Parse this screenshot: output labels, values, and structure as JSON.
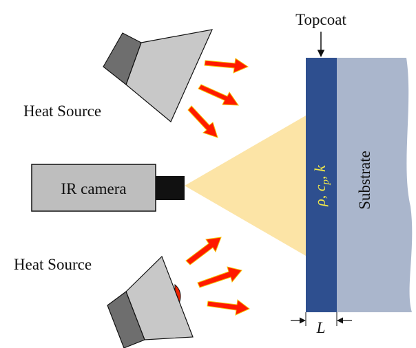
{
  "labels": {
    "topcoat": "Topcoat",
    "substrate": "Substrate",
    "heat_source_top": "Heat Source",
    "heat_source_bottom": "Heat Source",
    "ir_camera": "IR camera",
    "properties": {
      "rho": "ρ",
      "sep1": ", ",
      "c": "c",
      "p_sub": "p",
      "sep2": ", ",
      "k": "k"
    },
    "thickness": "L"
  },
  "colors": {
    "topcoat": "#2e4f8f",
    "substrate": "#aab6cc",
    "camera_body": "#bebebe",
    "camera_lens": "#111111",
    "view_cone": "#fce4a6",
    "heat_arrow": "#ff1a00",
    "arrow_outline": "#f3c400",
    "lamp_back": "#6e6e6e",
    "lamp_front": "#c8c8c8",
    "lamp_bulb": "#ee2200",
    "property_text": "#f1e84a"
  }
}
